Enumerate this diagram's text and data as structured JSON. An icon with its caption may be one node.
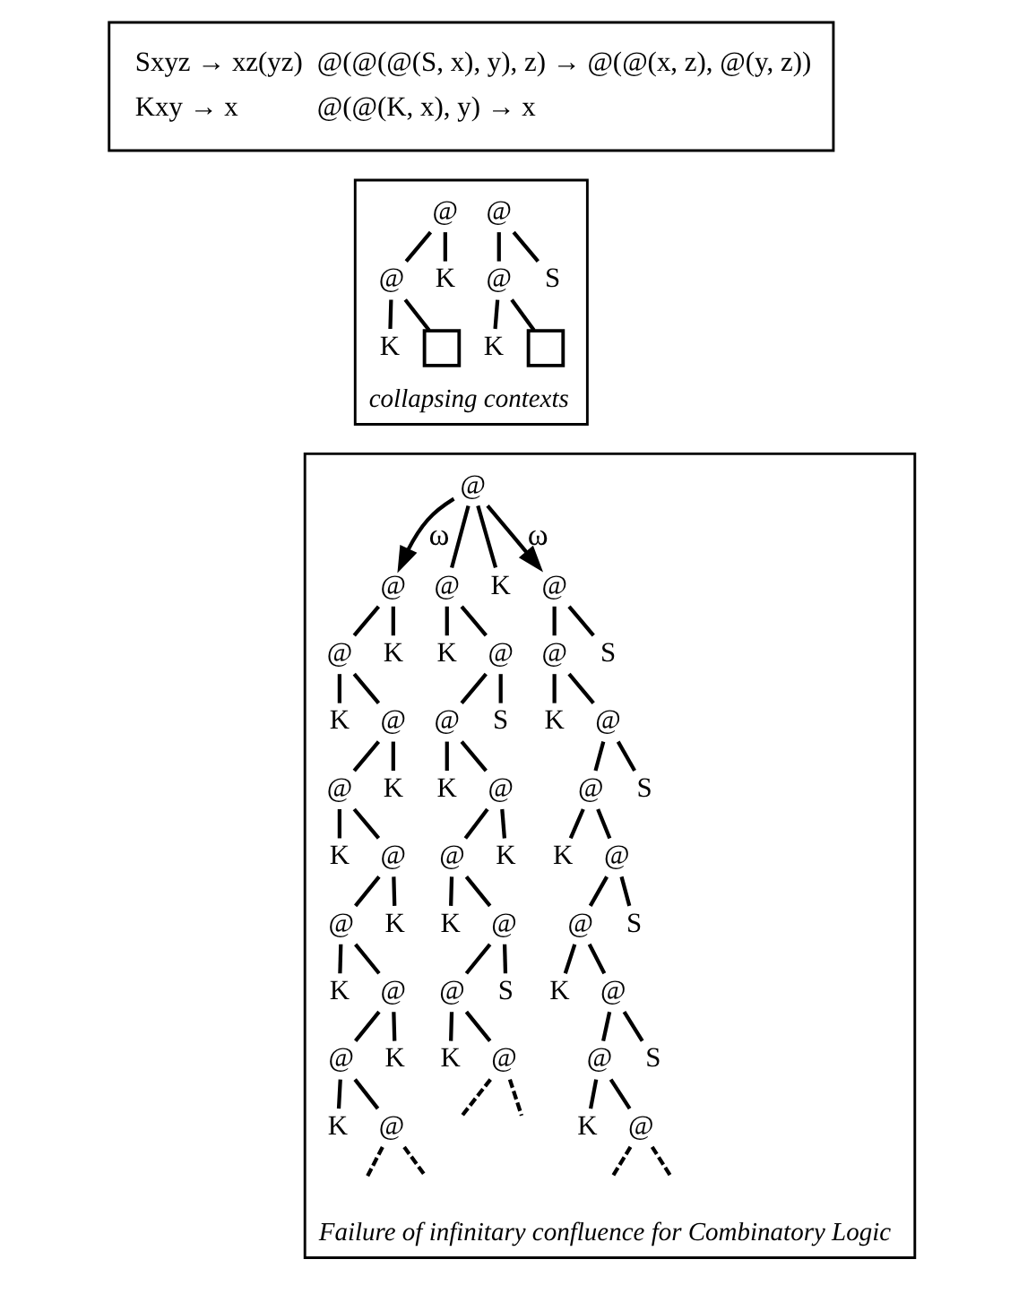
{
  "diagram": {
    "nodes": [
      {
        "text": [
          "Sxyz → xz(yz)",
          "@(@(@(S, x), y), z) → @(@(x, z), @(y, z))",
          "Kxy → x",
          "@(@(K, x), y) → x"
        ]
      },
      {
        "text": [
          "collapsing contexts"
        ]
      },
      {
        "text": [
          "@"
        ],
        "in": 1
      },
      {
        "text": [
          "@"
        ],
        "in": 1
      },
      {
        "text": [
          "K"
        ],
        "in": 1
      },
      {
        "text": [
          "K"
        ],
        "in": 1
      },
      {
        "text": [],
        "shape": "box",
        "in": 1
      },
      {
        "text": [
          "@"
        ],
        "in": 1
      },
      {
        "text": [
          "@"
        ],
        "in": 1
      },
      {
        "text": [
          "S"
        ],
        "in": 1
      },
      {
        "text": [
          "K"
        ],
        "in": 1
      },
      {
        "text": [],
        "shape": "box",
        "in": 1
      },
      {
        "text": [
          "Failure of infinitary confluence for Combinatory Logic"
        ]
      },
      {
        "text": [
          "@"
        ],
        "in": 12
      },
      {
        "text": [
          "@"
        ],
        "in": 12
      },
      {
        "text": [
          "K"
        ],
        "in": 12
      },
      {
        "text": [
          "K"
        ],
        "in": 12
      },
      {
        "text": [
          "@"
        ],
        "in": 12
      },
      {
        "text": [
          "@"
        ],
        "in": 12
      },
      {
        "text": [
          "K"
        ],
        "in": 12
      },
      {
        "text": [
          "K"
        ],
        "in": 12
      },
      {
        "text": [
          "@"
        ],
        "in": 12
      },
      {
        "text": [
          "@"
        ],
        "in": 12
      },
      {
        "text": [
          "K"
        ],
        "in": 12
      },
      {
        "text": [
          "K"
        ],
        "in": 12
      },
      {
        "text": [
          "@"
        ],
        "in": 12
      },
      {
        "text": [
          "@"
        ],
        "in": 12
      },
      {
        "text": [
          "K"
        ],
        "in": 12
      },
      {
        "text": [
          "K"
        ],
        "in": 12
      },
      {
        "text": [
          "@"
        ],
        "in": 12
      },
      {
        "text": [
          "@"
        ],
        "in": 12
      },
      {
        "text": [
          "@"
        ],
        "in": 12
      },
      {
        "text": [
          "K"
        ],
        "in": 12
      },
      {
        "text": [
          "K"
        ],
        "in": 12
      },
      {
        "text": [
          "@"
        ],
        "in": 12
      },
      {
        "text": [
          "@"
        ],
        "in": 12
      },
      {
        "text": [
          "S"
        ],
        "in": 12
      },
      {
        "text": [
          "K"
        ],
        "in": 12
      },
      {
        "text": [
          "@"
        ],
        "in": 12
      },
      {
        "text": [
          "@"
        ],
        "in": 12
      },
      {
        "text": [
          "K"
        ],
        "in": 12
      },
      {
        "text": [
          "K"
        ],
        "in": 12
      },
      {
        "text": [
          "@"
        ],
        "in": 12
      },
      {
        "text": [
          "@"
        ],
        "in": 12
      },
      {
        "text": [
          "S"
        ],
        "in": 12
      },
      {
        "text": [
          "K"
        ],
        "in": 12
      },
      {
        "text": [
          "@"
        ],
        "in": 12
      },
      {
        "text": [
          "@"
        ],
        "in": 12
      },
      {
        "text": [
          "@"
        ],
        "in": 12
      },
      {
        "text": [
          "S"
        ],
        "in": 12
      },
      {
        "text": [
          "K"
        ],
        "in": 12
      },
      {
        "text": [
          "@"
        ],
        "in": 12
      },
      {
        "text": [
          "@"
        ],
        "in": 12
      },
      {
        "text": [
          "S"
        ],
        "in": 12
      },
      {
        "text": [
          "K"
        ],
        "in": 12
      },
      {
        "text": [
          "@"
        ],
        "in": 12
      },
      {
        "text": [
          "@"
        ],
        "in": 12
      },
      {
        "text": [
          "S"
        ],
        "in": 12
      },
      {
        "text": [
          "K"
        ],
        "in": 12
      },
      {
        "text": [
          "@"
        ],
        "in": 12
      },
      {
        "text": [
          "@"
        ],
        "in": 12
      },
      {
        "text": [
          "S"
        ],
        "in": 12
      },
      {
        "text": [
          "K"
        ],
        "in": 12
      },
      {
        "text": [
          "@"
        ],
        "in": 12
      }
    ],
    "edges": [
      {
        "from": 2,
        "to": 3,
        "arrow": "none"
      },
      {
        "from": 2,
        "to": 4,
        "arrow": "none"
      },
      {
        "from": 3,
        "to": 5,
        "arrow": "none"
      },
      {
        "from": 3,
        "to": 6,
        "arrow": "none"
      },
      {
        "from": 7,
        "to": 8,
        "arrow": "none"
      },
      {
        "from": 7,
        "to": 9,
        "arrow": "none"
      },
      {
        "from": 8,
        "to": 10,
        "arrow": "none"
      },
      {
        "from": 8,
        "to": 11,
        "arrow": "none"
      },
      {
        "from": 30,
        "to": 13,
        "arrow": "to",
        "label": "ω"
      },
      {
        "from": 13,
        "to": 14,
        "arrow": "none"
      },
      {
        "from": 13,
        "to": 15,
        "arrow": "none"
      },
      {
        "from": 14,
        "to": 16,
        "arrow": "none"
      },
      {
        "from": 14,
        "to": 17,
        "arrow": "none"
      },
      {
        "from": 17,
        "to": 18,
        "arrow": "none"
      },
      {
        "from": 17,
        "to": 19,
        "arrow": "none"
      },
      {
        "from": 18,
        "to": 20,
        "arrow": "none"
      },
      {
        "from": 18,
        "to": 21,
        "arrow": "none"
      },
      {
        "from": 21,
        "to": 22,
        "arrow": "none"
      },
      {
        "from": 21,
        "to": 23,
        "arrow": "none"
      },
      {
        "from": 22,
        "to": 24,
        "arrow": "none"
      },
      {
        "from": 22,
        "to": 25,
        "arrow": "none"
      },
      {
        "from": 25,
        "to": 26,
        "arrow": "none"
      },
      {
        "from": 25,
        "to": 27,
        "arrow": "none"
      },
      {
        "from": 26,
        "to": 28,
        "arrow": "none"
      },
      {
        "from": 26,
        "to": 29,
        "arrow": "none"
      },
      {
        "from": 29,
        "to": null,
        "arrow": "none",
        "style": "dashed"
      },
      {
        "from": 29,
        "to": null,
        "arrow": "none",
        "style": "dashed"
      },
      {
        "from": 30,
        "to": 31,
        "arrow": "none"
      },
      {
        "from": 30,
        "to": 32,
        "arrow": "none"
      },
      {
        "from": 31,
        "to": 33,
        "arrow": "none"
      },
      {
        "from": 31,
        "to": 34,
        "arrow": "none"
      },
      {
        "from": 34,
        "to": 35,
        "arrow": "none"
      },
      {
        "from": 34,
        "to": 36,
        "arrow": "none"
      },
      {
        "from": 35,
        "to": 37,
        "arrow": "none"
      },
      {
        "from": 35,
        "to": 38,
        "arrow": "none"
      },
      {
        "from": 38,
        "to": 39,
        "arrow": "none"
      },
      {
        "from": 38,
        "to": 40,
        "arrow": "none"
      },
      {
        "from": 39,
        "to": 41,
        "arrow": "none"
      },
      {
        "from": 39,
        "to": 42,
        "arrow": "none"
      },
      {
        "from": 42,
        "to": 43,
        "arrow": "none"
      },
      {
        "from": 42,
        "to": 44,
        "arrow": "none"
      },
      {
        "from": 43,
        "to": 45,
        "arrow": "none"
      },
      {
        "from": 43,
        "to": 46,
        "arrow": "none"
      },
      {
        "from": 46,
        "to": null,
        "arrow": "none",
        "style": "dashed"
      },
      {
        "from": 46,
        "to": null,
        "arrow": "none",
        "style": "dashed"
      },
      {
        "from": 30,
        "to": 47,
        "arrow": "to",
        "label": "ω"
      },
      {
        "from": 47,
        "to": 48,
        "arrow": "none"
      },
      {
        "from": 47,
        "to": 49,
        "arrow": "none"
      },
      {
        "from": 48,
        "to": 50,
        "arrow": "none"
      },
      {
        "from": 48,
        "to": 51,
        "arrow": "none"
      },
      {
        "from": 51,
        "to": 52,
        "arrow": "none"
      },
      {
        "from": 51,
        "to": 53,
        "arrow": "none"
      },
      {
        "from": 52,
        "to": 54,
        "arrow": "none"
      },
      {
        "from": 52,
        "to": 55,
        "arrow": "none"
      },
      {
        "from": 55,
        "to": 56,
        "arrow": "none"
      },
      {
        "from": 55,
        "to": 57,
        "arrow": "none"
      },
      {
        "from": 56,
        "to": 58,
        "arrow": "none"
      },
      {
        "from": 56,
        "to": 59,
        "arrow": "none"
      },
      {
        "from": 59,
        "to": 60,
        "arrow": "none"
      },
      {
        "from": 59,
        "to": 61,
        "arrow": "none"
      },
      {
        "from": 60,
        "to": 62,
        "arrow": "none"
      },
      {
        "from": 60,
        "to": 63,
        "arrow": "none"
      },
      {
        "from": 63,
        "to": null,
        "arrow": "none",
        "style": "dashed"
      },
      {
        "from": 63,
        "to": null,
        "arrow": "none",
        "style": "dashed"
      }
    ]
  }
}
